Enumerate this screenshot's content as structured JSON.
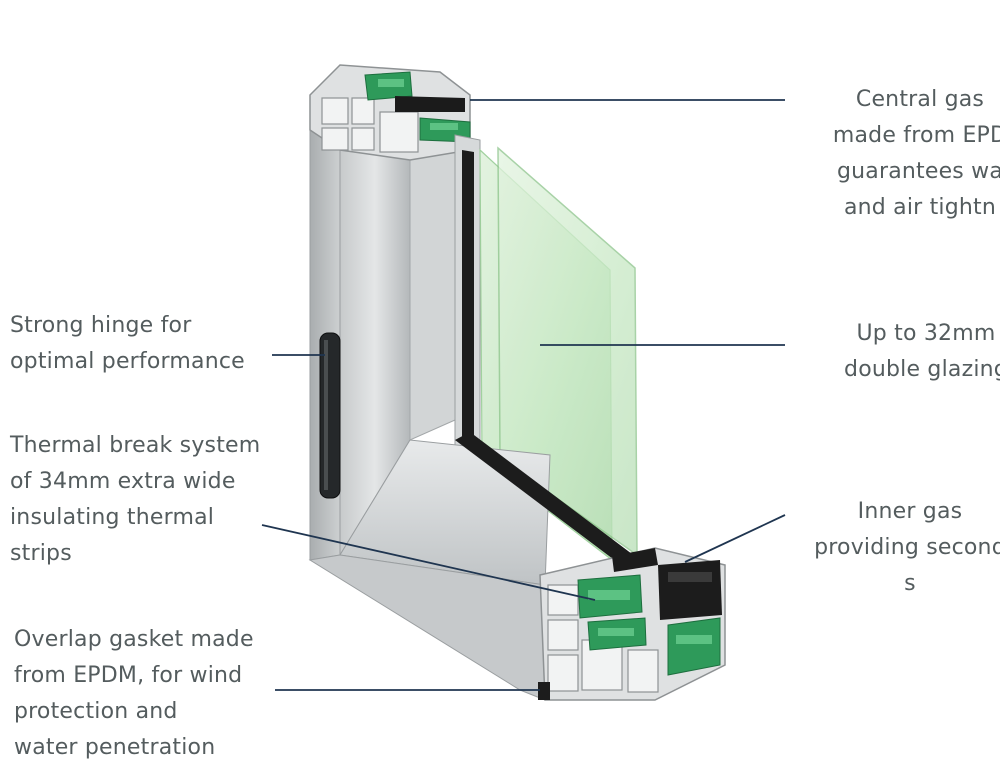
{
  "labels": {
    "central_gasket": "Central gas\nmade from EPD\nguarantees wa\nand air tightn",
    "hinge": "Strong hinge for\noptimal performance",
    "glazing": "Up to 32mm\ndouble glazing",
    "thermal_break": "Thermal break system\nof 34mm extra wide\ninsulating thermal\nstrips",
    "inner_gasket": "Inner gas\nproviding second\ns",
    "overlap_gasket": "Overlap gasket made\nfrom EPDM, for wind\nprotection and\nwater penetration"
  },
  "colors": {
    "text": "#545c5e",
    "leader": "#1f3550",
    "frame_light": "#d9dcdd",
    "frame_mid": "#b9bdbf",
    "frame_dark": "#8e9294",
    "gasket_green": "#2e9a5a",
    "glass": "#cfeacd"
  }
}
